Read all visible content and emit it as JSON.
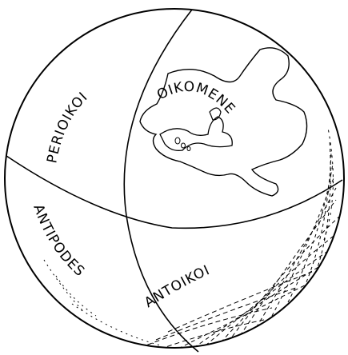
{
  "labels": {
    "oikomene": "OIKOMENE",
    "perioikoi": "PERIOIKOI",
    "antipodes": "ANTIPODES",
    "antoikoi": "ANTOIKOI"
  }
}
